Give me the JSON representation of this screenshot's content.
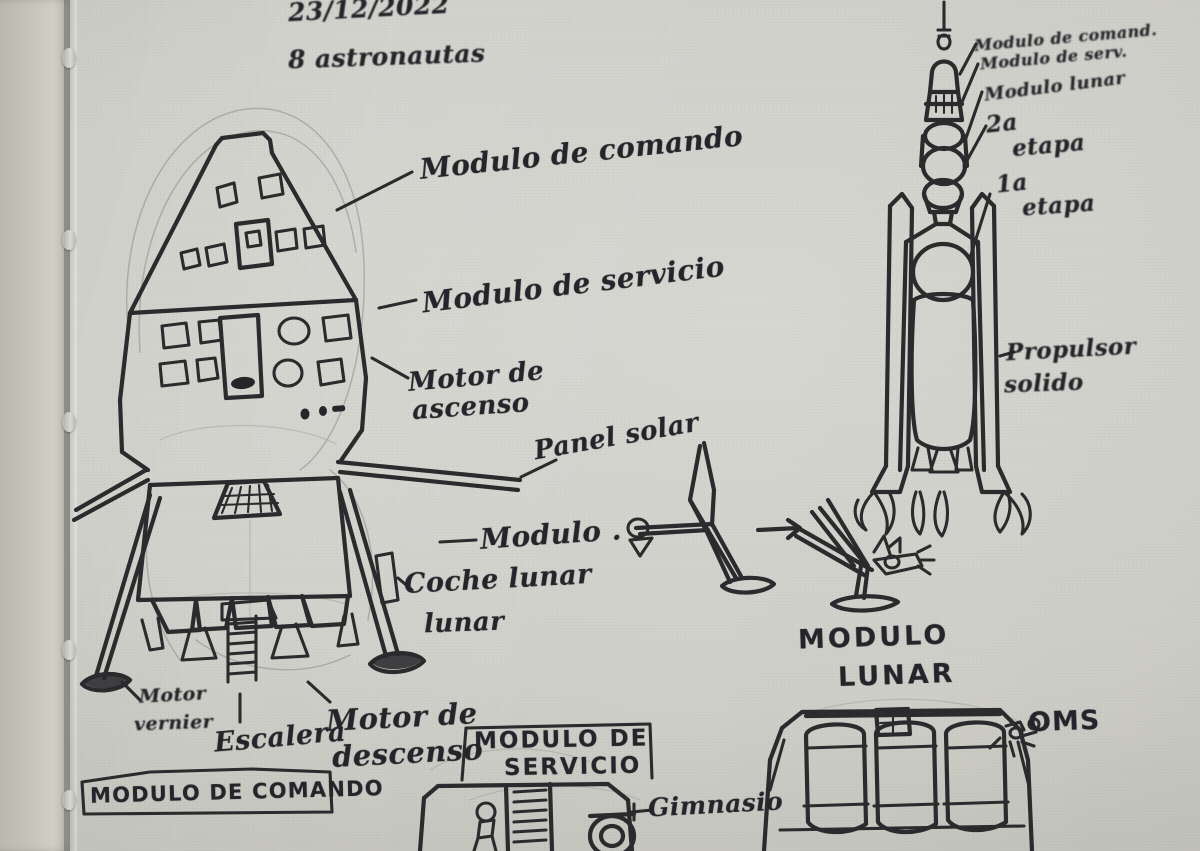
{
  "sketch": {
    "medium": "pencil-and-ink-notebook-sketch",
    "subject": "Apollo-style lunar mission spacecraft diagram",
    "language": "es",
    "notebook": {
      "binding_side": "left",
      "paper_color": "#cfcfc9",
      "ink_color": "#2b2b2e",
      "pencil_color": "#8d8d8d"
    }
  },
  "header": {
    "date": "23/12/2022",
    "crew_note": "8 astronautas"
  },
  "lunar_module": {
    "title": "MODULO LUNAR",
    "labels": {
      "command_module": "Modulo de comando",
      "service_module": "Modulo de servicio",
      "ascent_engine_line1": "Motor de",
      "ascent_engine_line2": "ascenso",
      "solar_panel": "Panel solar",
      "module_line1": "Modulo .",
      "module_line2": "lunar",
      "lunar_rover": "Coche lunar",
      "vernier_engine_line1": "Motor",
      "vernier_engine_line2": "vernier",
      "ladder": "Escalera",
      "descent_engine_line1": "Motor de",
      "descent_engine_line2": "descenso"
    }
  },
  "rocket": {
    "labels": {
      "command_module": "Modulo de comand.",
      "service_module": "Modulo de serv.",
      "lunar_module": "Modulo lunar",
      "second_stage_line1": "2a",
      "second_stage_line2": "etapa",
      "first_stage_line1": "1a",
      "first_stage_line2": "etapa",
      "solid_booster_line1": "Propulsor",
      "solid_booster_line2": "solido"
    }
  },
  "boxed_labels": {
    "command_module": "MODULO DE COMANDO",
    "service_module_line1": "MODULO DE",
    "service_module_line2": "SERVICIO"
  },
  "other_labels": {
    "oms": "OMS",
    "gym": "Gimnasio"
  }
}
